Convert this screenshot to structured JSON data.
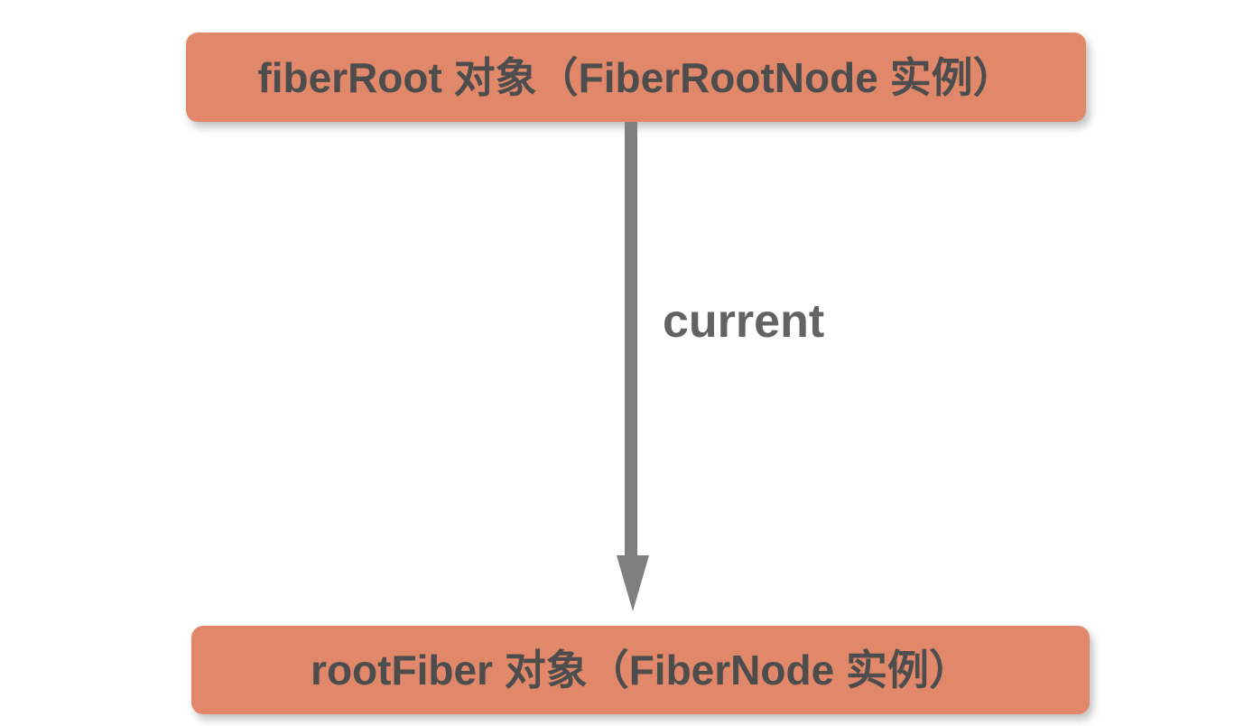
{
  "diagram": {
    "title": "React fiberRoot / rootFiber relationship",
    "type": "flow-diagram",
    "background_color": "#ffffff",
    "node_fill_color": "#e2886a",
    "node_text_color": "#4d4d4d",
    "edge_color": "#7f7f7f",
    "edge_label_color": "#636363",
    "nodes": [
      {
        "id": "fiberRoot",
        "label": "fiberRoot 对象（FiberRootNode 实例）",
        "shape": "rounded-rectangle"
      },
      {
        "id": "rootFiber",
        "label": "rootFiber 对象（FiberNode 实例）",
        "shape": "rounded-rectangle"
      }
    ],
    "edges": [
      {
        "id": "current",
        "label": "current",
        "from": "fiberRoot",
        "to": "rootFiber",
        "direction": "down",
        "arrowhead": "triangle"
      }
    ]
  }
}
